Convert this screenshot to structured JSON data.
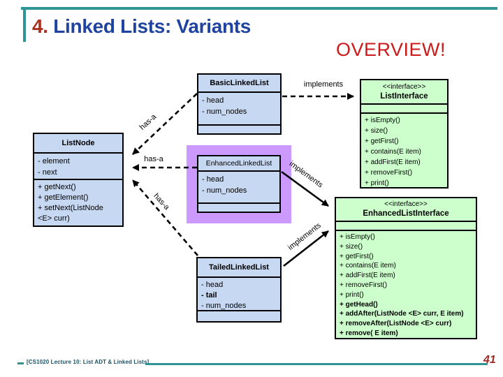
{
  "header": {
    "title_number": "4.",
    "title": " Linked Lists: Variants",
    "overview": "OVERVIEW!"
  },
  "diagram": {
    "basic_linked_list": {
      "title": "BasicLinkedList",
      "attributes": [
        "- head",
        "- num_nodes"
      ]
    },
    "list_node": {
      "title": "ListNode",
      "attributes": [
        "- element",
        "- next"
      ],
      "methods": [
        "+ getNext()",
        "+ getElement()",
        "+ setNext(ListNode <E> curr)"
      ]
    },
    "enhanced_linked_list": {
      "title": "EnhancedLinkedList",
      "attributes": [
        "- head",
        "- num_nodes"
      ]
    },
    "tailed_linked_list": {
      "title": "TailedLinkedList",
      "attributes": [
        "- head",
        {
          "text": "- tail",
          "bold": true
        },
        "- num_nodes"
      ]
    },
    "list_interface": {
      "stereotype": "<<interface>>",
      "title": "ListInterface",
      "methods": [
        "+ isEmpty()",
        "+ size()",
        "+ getFirst()",
        "+ contains(E item)",
        "+ addFirst(E item)",
        "+ removeFirst()",
        "+ print()"
      ]
    },
    "enhanced_list_interface": {
      "stereotype": "<<interface>>",
      "title": "EnhancedListInterface",
      "methods": [
        "+ isEmpty()",
        "+ size()",
        "+ getFirst()",
        "+ contains(E item)",
        "+ addFirst(E item)",
        "+ removeFirst()",
        "+ print()",
        {
          "text": "+ getHead()",
          "bold": true
        },
        {
          "text": "+ addAfter(ListNode <E> curr, E item)",
          "bold": true
        },
        {
          "text": "+ removeAfter(ListNode <E> curr)",
          "bold": true
        },
        {
          "text": "+ remove( E item)",
          "bold": true
        }
      ]
    },
    "relations": {
      "implements_basic": "implements",
      "implements_enhanced": "implements",
      "implements_tailed": "implements",
      "hasa_basic": "has-a",
      "hasa_enhanced": "has-a",
      "hasa_tailed": "has-a"
    }
  },
  "footer": {
    "text": "[CS1020 Lecture 10: List ADT & Linked Lists]",
    "page_number": "41"
  },
  "colors": {
    "accent_teal": "#2E9494",
    "title_blue": "#2143A0",
    "title_red": "#AC3220",
    "overview_red": "#CC1A1A",
    "class_fill": "#C7D8F2",
    "interface_fill": "#CCFFCC",
    "highlight_purple": "#CC99FF",
    "footer_color": "#1A5264",
    "page_red": "#9E2B25"
  }
}
